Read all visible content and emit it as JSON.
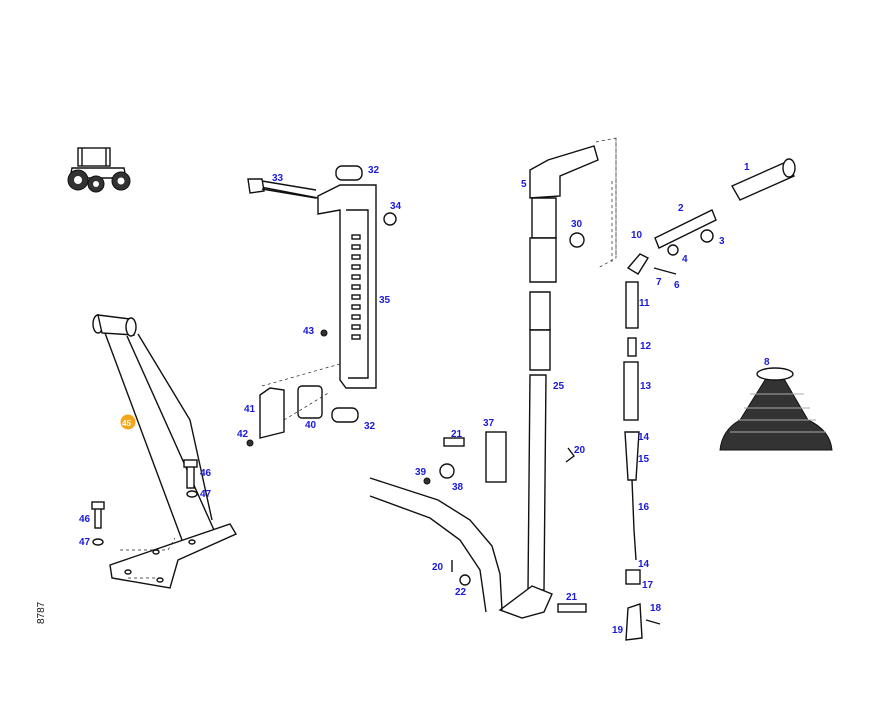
{
  "drawing_ref": "8787",
  "highlight_color": "#f4a51c",
  "callout_color": "#1a1adb",
  "highlighted_callout": "45",
  "callouts": {
    "c1": "1",
    "c2": "2",
    "c3": "3",
    "c4": "4",
    "c5": "5",
    "c6": "6",
    "c7": "7",
    "c8": "8",
    "c10": "10",
    "c11": "11",
    "c12": "12",
    "c13": "13",
    "c14a": "14",
    "c14b": "14",
    "c15": "15",
    "c16": "16",
    "c17": "17",
    "c18": "18",
    "c19": "19",
    "c20a": "20",
    "c20b": "20",
    "c21a": "21",
    "c21b": "21",
    "c22": "22",
    "c25": "25",
    "c30": "30",
    "c32a": "32",
    "c32b": "32",
    "c33": "33",
    "c34": "34",
    "c35": "35",
    "c37": "37",
    "c38": "38",
    "c39": "39",
    "c40": "40",
    "c41": "41",
    "c42": "42",
    "c43": "43",
    "c46a": "46",
    "c46b": "46",
    "c47a": "47",
    "c47b": "47"
  }
}
